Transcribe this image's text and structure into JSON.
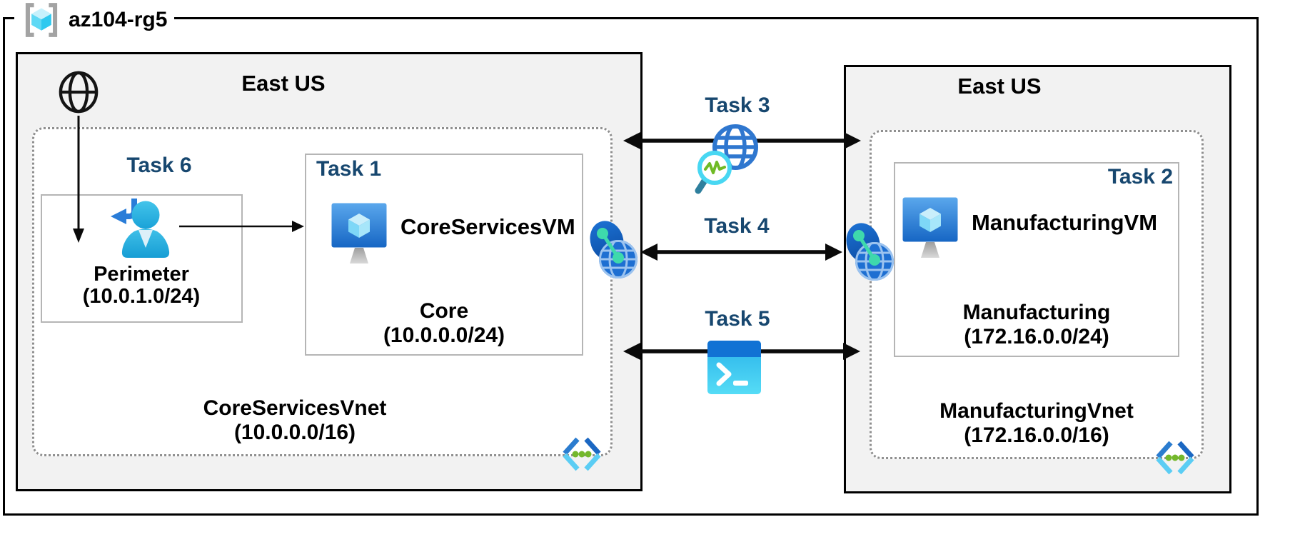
{
  "diagram": {
    "resource_group": "az104-rg5"
  },
  "left_region": {
    "title": "East US",
    "task6": "Task 6",
    "perimeter_subnet": {
      "name": "Perimeter",
      "cidr": "(10.0.1.0/24)"
    },
    "task1": "Task 1",
    "vm": "CoreServicesVM",
    "core_subnet": {
      "name": "Core",
      "cidr": "(10.0.0.0/24)"
    },
    "vnet": {
      "name": "CoreServicesVnet",
      "cidr": "(10.0.0.0/16)"
    }
  },
  "middle": {
    "task3": "Task 3",
    "task4": "Task 4",
    "task5": "Task 5"
  },
  "right_region": {
    "title": "East US",
    "task2": "Task 2",
    "vm": "ManufacturingVM",
    "mfg_subnet": {
      "name": "Manufacturing",
      "cidr": "(172.16.0.0/24)"
    },
    "vnet": {
      "name": "ManufacturingVnet",
      "cidr": "(172.16.0.0/16)"
    }
  },
  "colors": {
    "task_label": "#17476F",
    "region_background": "#F2F2F2",
    "dotted_border": "#8F8F8F",
    "arrow": "#0A0A0A",
    "azure_blue": "#2B7CCF",
    "cyan": "#35B5E1",
    "teal_dot": "#3ED9AC",
    "green_dot": "#74B82C"
  }
}
